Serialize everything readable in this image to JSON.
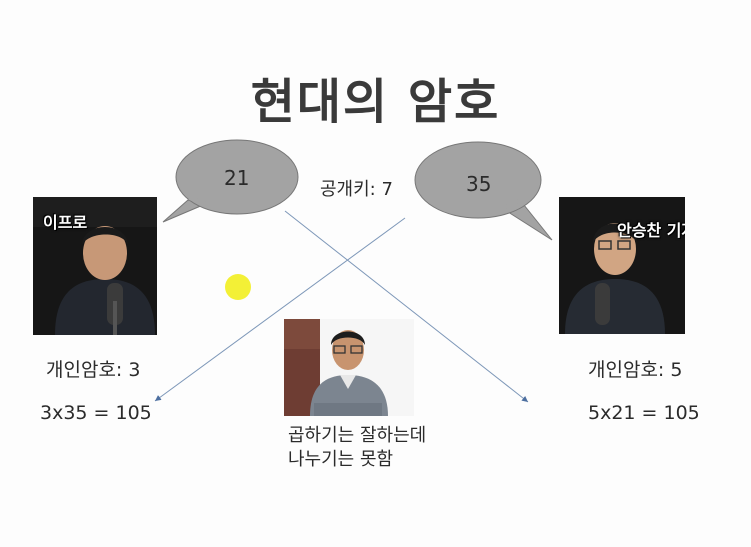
{
  "title": "현대의 암호",
  "public_key_label": "공개키: 7",
  "left_bubble": "21",
  "right_bubble": "35",
  "left_person": {
    "name_tag": "이프로",
    "private_key": "개인암호: 3",
    "calculation": "3x35 = 105"
  },
  "right_person": {
    "name_tag": "안승찬 기자",
    "private_key": "개인암호: 5",
    "calculation": "5x21 = 105"
  },
  "center_person": {
    "caption_line1": "곱하기는 잘하는데",
    "caption_line2": "나누기는 못함"
  },
  "colors": {
    "bubble_fill": "#a3a3a3",
    "arrow": "#7d97b8",
    "pointer": "#f2ee20"
  }
}
